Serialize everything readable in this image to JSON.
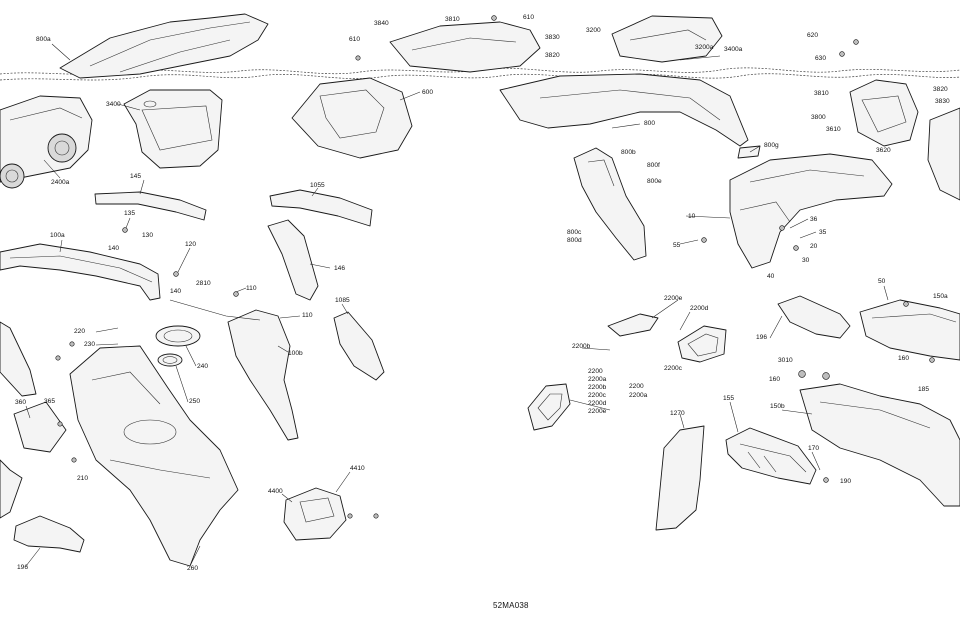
{
  "diagram": {
    "drawing_code": "52MA038",
    "callouts": {
      "c800a": "800a",
      "c3840": "3840",
      "c3810a": "3810",
      "c610a": "610",
      "c610b": "610",
      "c3830a": "3830",
      "c3820a": "3820",
      "c3200": "3200",
      "c3200a": "3200a",
      "c3400a": "3400a",
      "c620": "620",
      "c630": "630",
      "c3810b": "3810",
      "c3820b": "3820",
      "c3830b": "3830",
      "c3800": "3800",
      "c3610": "3610",
      "c3620": "3620",
      "c3400": "3400",
      "c600": "600",
      "c800": "800",
      "c800b": "800b",
      "c800f": "800f",
      "c800e": "800e",
      "c800g": "800g",
      "c2400a": "2400a",
      "c145": "145",
      "c1055": "1055",
      "c135": "135",
      "c130": "130",
      "c140a": "140",
      "c100a": "100a",
      "c120": "120",
      "c140b": "140",
      "c146": "146",
      "c2810": "2810",
      "c110a": "110",
      "c110b": "110",
      "c1085": "1085",
      "c100b": "100b",
      "c220": "220",
      "c230": "230",
      "c240": "240",
      "c250": "250",
      "c360": "360",
      "c365": "365",
      "c210": "210",
      "c196a": "196",
      "c260": "260",
      "c4410": "4410",
      "c4400": "4400",
      "c800c": "800c",
      "c800d": "800d",
      "c10": "10",
      "c36": "36",
      "c35": "35",
      "c20": "20",
      "c30": "30",
      "c55": "55",
      "c40": "40",
      "c2200e_top": "2200e",
      "c2200d_top": "2200d",
      "c2200b_top": "2200b",
      "c2200c_top": "2200c",
      "c2200_l1": "2200",
      "c2200_l2": "2200a",
      "c2200_l3": "2200b",
      "c2200_l4": "2200c",
      "c2200_l5": "2200d",
      "c2200_l6": "2200e",
      "c2200_r1": "2200",
      "c2200_r2": "2200a",
      "c1270": "1270",
      "c155": "155",
      "c196b": "196",
      "c50": "50",
      "c150a": "150a",
      "c3010": "3010",
      "c160a": "160",
      "c160b": "160",
      "c185": "185",
      "c150b": "150b",
      "c170": "170",
      "c190": "190"
    }
  }
}
